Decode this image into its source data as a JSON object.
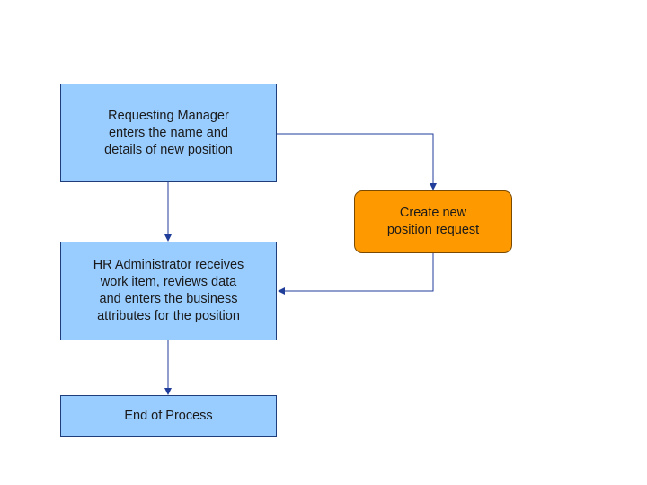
{
  "colors": {
    "process_fill": "#99ccff",
    "decision_fill": "#ff9900",
    "connector": "#1f3d99"
  },
  "nodes": {
    "requesting_manager": "Requesting Manager\nenters the name and\ndetails of new position",
    "create_request": "Create new\nposition request",
    "hr_administrator": "HR Administrator receives\nwork item, reviews data\nand enters the business\nattributes for the position",
    "end_of_process": "End of Process"
  }
}
